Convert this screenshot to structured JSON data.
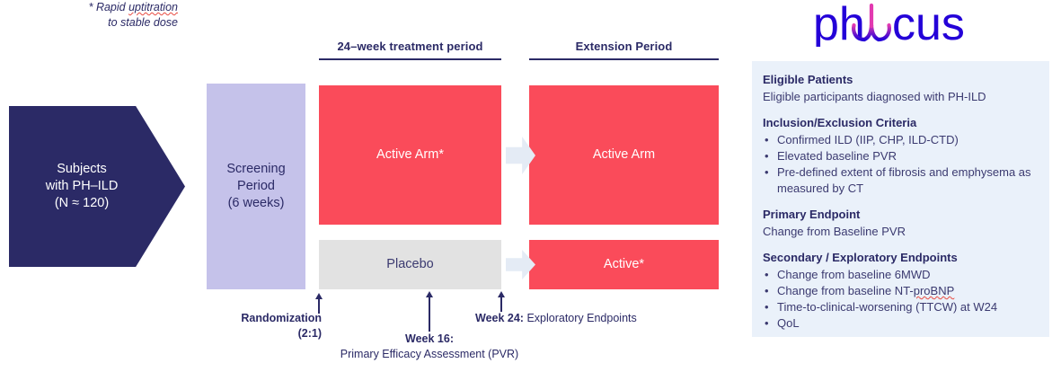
{
  "logo": {
    "text_left": "ph",
    "text_right": "cus",
    "icon": "lungs-icon",
    "color_blue": "#2400d8",
    "color_pink": "#e23ab0"
  },
  "diagram": {
    "subjects": {
      "label": "Subjects\nwith PH–ILD\n(N ≈ 120)",
      "color": "#2b2a66"
    },
    "screening": {
      "label": "Screening\nPeriod\n(6 weeks)",
      "color": "#c5c2ea"
    },
    "headers": [
      {
        "label": "24–week treatment period"
      },
      {
        "label": "Extension Period"
      }
    ],
    "boxes": {
      "active_arm_star": {
        "label": "Active Arm*",
        "color": "#fa4b5a"
      },
      "active_arm_ext": {
        "label": "Active Arm",
        "color": "#fa4b5a"
      },
      "placebo": {
        "label": "Placebo",
        "color": "#e2e2e2"
      },
      "active_star": {
        "label": "Active*",
        "color": "#fa4b5a"
      }
    },
    "annotations": {
      "randomization_line1": "Randomization",
      "randomization_line2": "(2:1)",
      "week16_title": "Week 16:",
      "week16_body": "Primary Efficacy Assessment (PVR)",
      "week24_title": "Week 24:",
      "week24_body": "Exploratory Endpoints",
      "footnote_line1_prefix": "* Rapid ",
      "footnote_line1_word": "uptitration",
      "footnote_line2": "to stable dose"
    }
  },
  "info_panel": {
    "background": "#eaf1fa",
    "sections": [
      {
        "title": "Eligible Patients",
        "body": "Eligible participants diagnosed with PH-ILD",
        "items": []
      },
      {
        "title": "Inclusion/Exclusion Criteria",
        "body": "",
        "items": [
          "Confirmed ILD (IIP, CHP, ILD-CTD)",
          "Elevated baseline PVR",
          "Pre-defined extent of fibrosis and emphysema as measured by CT"
        ]
      },
      {
        "title": "Primary Endpoint",
        "body": "Change from Baseline PVR",
        "items": []
      },
      {
        "title": "Secondary / Exploratory Endpoints",
        "body": "",
        "items": [
          "Change from baseline 6MWD",
          "Change from baseline NT-proBNP",
          "Time-to-clinical-worsening (TTCW) at W24",
          "QoL"
        ]
      }
    ]
  }
}
